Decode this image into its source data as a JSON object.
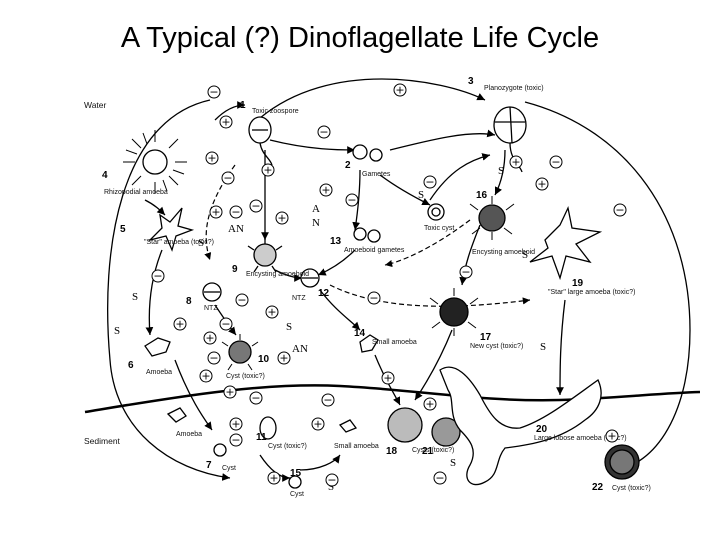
{
  "title": "A Typical (?) Dinoflagellate Life Cycle",
  "zones": {
    "water": "Water",
    "sediment": "Sediment"
  },
  "stages": {
    "s1": "Toxic zoospore",
    "s2": "Gametes",
    "s3": "Planozygote (toxic)",
    "s4": "Rhizopodial amoeba",
    "s5": "\"Star\" amoeba (toxic?)",
    "s9": "Encysting amoeboid",
    "s13": "Amoeboid gametes",
    "s16": "Encysting amoeboid",
    "s19": "\"Star\" large amoeba (toxic?)",
    "s10": "Cyst (toxic?)",
    "s14": "Small amoeba",
    "s17": "New cyst (toxic?)",
    "s6": "Amoeba",
    "s7": "Cyst",
    "s11": "Cyst (toxic?)",
    "s15": "Cyst",
    "s18": "Cysts (toxic?)",
    "s20": "Large lobose amoeba (toxic?)",
    "s22": "Cyst (toxic?)",
    "amoeba_sediment": "Amoeba",
    "small_amoeba_sediment": "Small amoeba",
    "toxic_cyst": "Toxic cyst",
    "ntz_a": "NTZ",
    "ntz_b": "NTZ"
  },
  "numbers": [
    "1",
    "2",
    "3",
    "4",
    "5",
    "6",
    "7",
    "8",
    "9",
    "10",
    "11",
    "12",
    "13",
    "14",
    "15",
    "16",
    "17",
    "18",
    "19",
    "20",
    "21",
    "22"
  ],
  "letters": {
    "S": "S",
    "AN": "AN",
    "A": "A",
    "N": "N"
  },
  "signs": {
    "plus": "+",
    "minus": "−"
  },
  "icons": [
    "cell-icon",
    "plus-circle-icon",
    "minus-circle-icon"
  ]
}
